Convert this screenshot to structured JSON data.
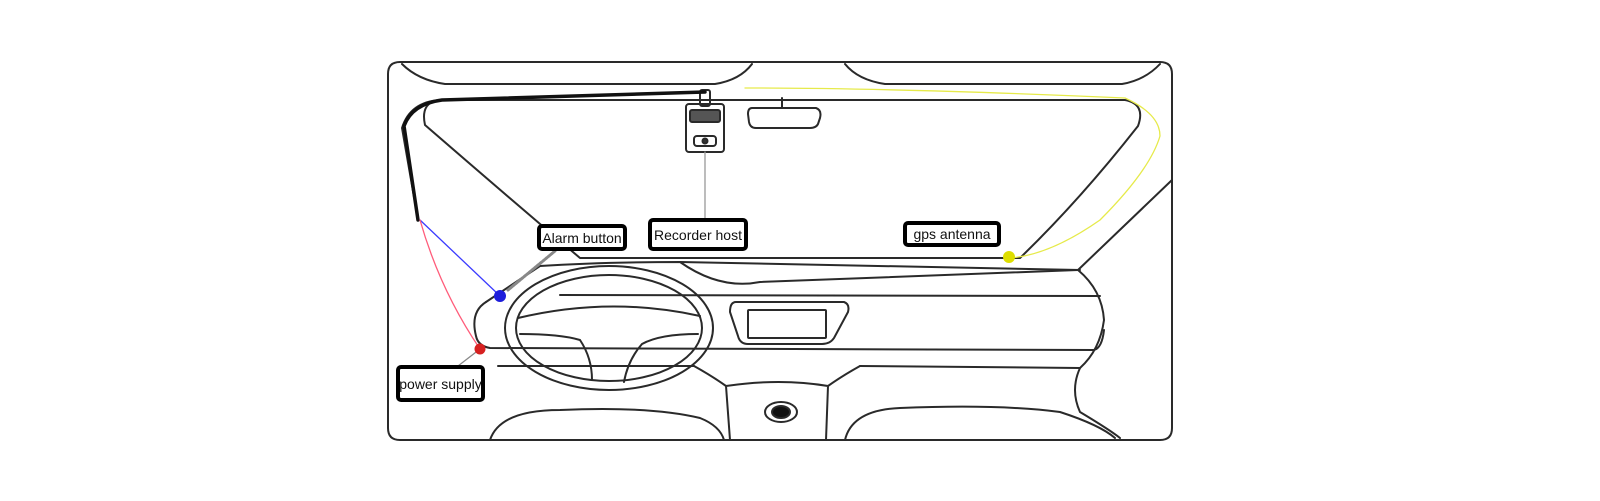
{
  "labels": {
    "alarm_button": "Alarm button",
    "recorder_host": "Recorder host",
    "gps_antenna": "gps antenna",
    "power_supply": "power supply"
  },
  "colors": {
    "alarm_wire": "#3b3bff",
    "power_wire": "#ff5c7a",
    "gps_wire": "#e6ea4a",
    "alarm_dot": "#1d1ddb",
    "power_dot": "#d62020",
    "gps_dot": "#dede00",
    "outline": "#2a2a2a"
  }
}
